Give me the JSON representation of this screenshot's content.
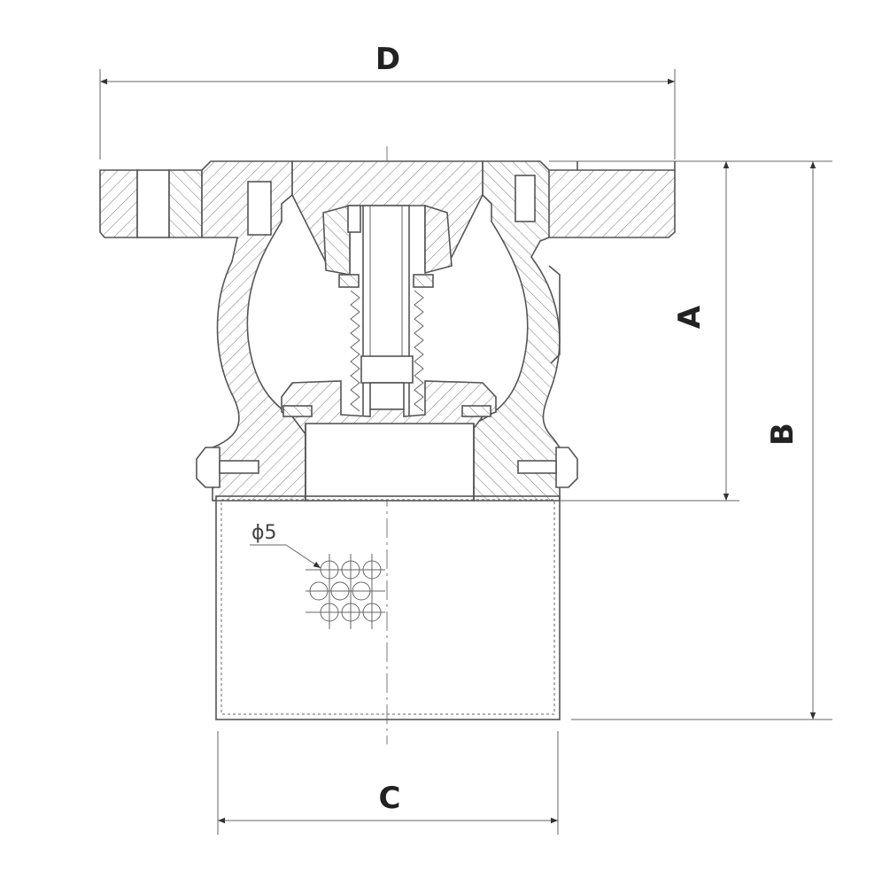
{
  "drawing": {
    "dimensions": {
      "d": "D",
      "a": "A",
      "b": "B",
      "c": "C"
    },
    "hole_callout": "ϕ5"
  }
}
